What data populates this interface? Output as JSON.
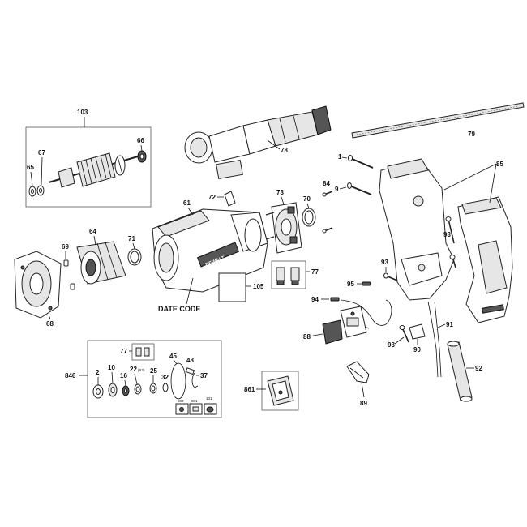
{
  "labels": {
    "l1": "1",
    "l2": "2",
    "l9": "9",
    "l10": "10",
    "l16": "16",
    "l22": "22",
    "l22x": "(X2)",
    "l25": "25",
    "l32": "32",
    "l37": "37",
    "l45": "45",
    "l48": "48",
    "l61": "61",
    "l64": "64",
    "l65": "65",
    "l66": "66",
    "l67": "67",
    "l68": "68",
    "l69": "69",
    "l70": "70",
    "l71": "71",
    "l72": "72",
    "l73": "73",
    "l77a": "77",
    "l77b": "77",
    "l78": "78",
    "l79": "79",
    "l84": "84",
    "l85": "85",
    "l88": "88",
    "l89": "89",
    "l90": "90",
    "l91": "91",
    "l92": "92",
    "l93a": "93",
    "l93b": "93",
    "l93c": "93",
    "l94": "94",
    "l95": "95",
    "l101": "101",
    "l103": "103",
    "l105": "105",
    "l800": "800",
    "l801": "801",
    "l846": "846",
    "l861": "861",
    "date_code": "DATE CODE",
    "brand": "DEWALT"
  }
}
